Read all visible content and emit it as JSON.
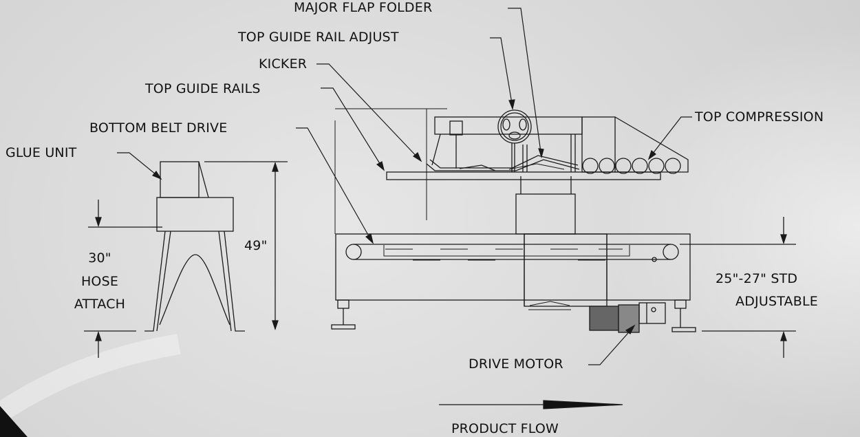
{
  "labels": {
    "major_flap_folder": "MAJOR FLAP FOLDER",
    "top_guide_rail_adjust": "TOP GUIDE RAIL ADJUST",
    "kicker": "KICKER",
    "top_guide_rails": "TOP GUIDE RAILS",
    "bottom_belt_drive": "BOTTOM BELT DRIVE",
    "glue_unit": "GLUE UNIT",
    "top_compression": "TOP COMPRESSION",
    "dim_49": "49\"",
    "dim_30": "30\"",
    "hose": "HOSE",
    "attach": "ATTACH",
    "std_height": "25\"-27\" STD",
    "adjustable": "ADJUSTABLE",
    "drive_motor": "DRIVE MOTOR",
    "product_flow": "PRODUCT FLOW"
  },
  "colors": {
    "line": "#1a1a1a",
    "background": "#dcdcdc"
  }
}
